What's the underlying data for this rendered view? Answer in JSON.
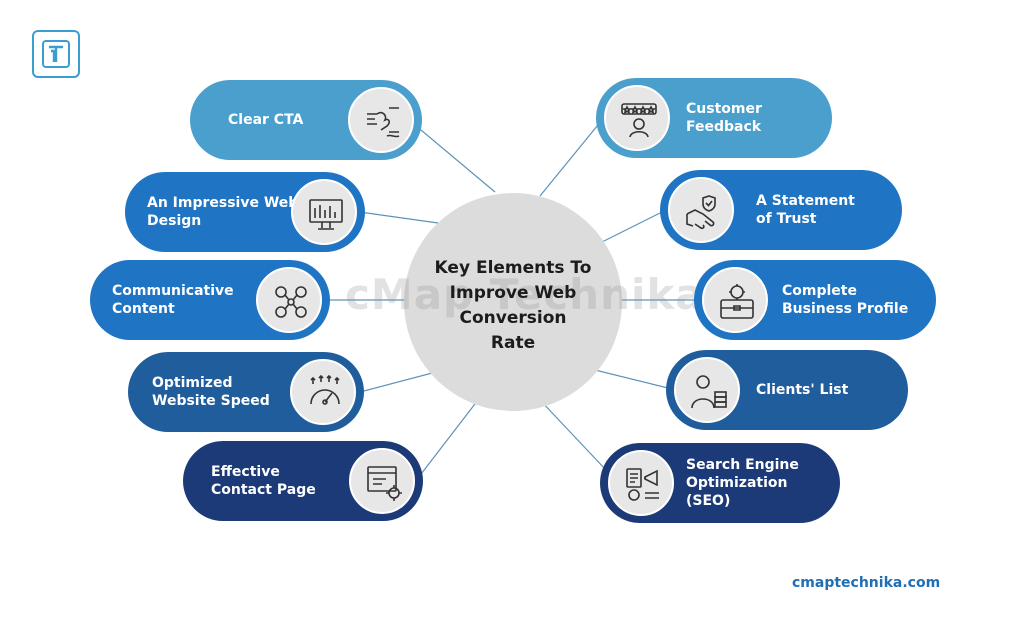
{
  "title": "Key Elements To\nImprove Web\nConversion\nRate",
  "watermark": "cMap Technika®",
  "website": "cmaptechnika.com",
  "colors": {
    "light_blue": "#4a9fcd",
    "mid_blue": "#1f74c3",
    "dark_blue": "#1f5d9c",
    "navy": "#1d3a78",
    "center": "#dcdcdc"
  },
  "left_items": [
    {
      "label": "Clear CTA",
      "icon": "handshake-icon"
    },
    {
      "label": "An Impressive Web\nDesign",
      "icon": "monitor-design-icon"
    },
    {
      "label": "Communicative\nContent",
      "icon": "network-people-icon"
    },
    {
      "label": "Optimized\nWebsite Speed",
      "icon": "speedometer-icon"
    },
    {
      "label": "Effective\nContact Page",
      "icon": "contact-settings-icon"
    }
  ],
  "right_items": [
    {
      "label": "Customer\nFeedback",
      "icon": "rating-stars-icon"
    },
    {
      "label": "A Statement\nof Trust",
      "icon": "trust-handshake-icon"
    },
    {
      "label": "Complete\nBusiness Profile",
      "icon": "briefcase-gear-icon"
    },
    {
      "label": "Clients' List",
      "icon": "client-server-icon"
    },
    {
      "label": "Search Engine\nOptimization\n(SEO)",
      "icon": "seo-megaphone-icon"
    }
  ]
}
